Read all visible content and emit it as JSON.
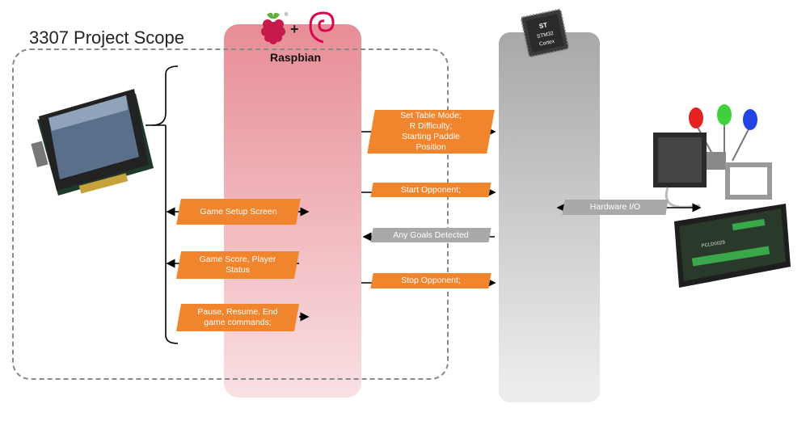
{
  "title": "3307 Project Scope",
  "raspbian_label": "Raspbian",
  "plus": "+",
  "chip": {
    "brand": "ST",
    "line1": "STM32",
    "line2": "Cortex"
  },
  "pi_to_stm": [
    {
      "label": "Set Table Mode;\nR Difficulty;\nStarting Paddle\nPosition"
    },
    {
      "label": "Start Opponent;"
    },
    {
      "label": "Stop Opponent;"
    }
  ],
  "stm_to_pi": {
    "label": "Any Goals Detected"
  },
  "screen_msgs": [
    {
      "label": "Game Setup Screen"
    },
    {
      "label": "Game Score, Player\nStatus"
    },
    {
      "label": "Pause, Resume, End\ngame commands;"
    }
  ],
  "hardware_io": "Hardware I/O",
  "driver_label": "PCLD0029",
  "colors": {
    "orange": "#f0852d",
    "gray": "#a9a9a9",
    "pi_column": "#e88d96",
    "stm_column": "#a8a8a8"
  }
}
